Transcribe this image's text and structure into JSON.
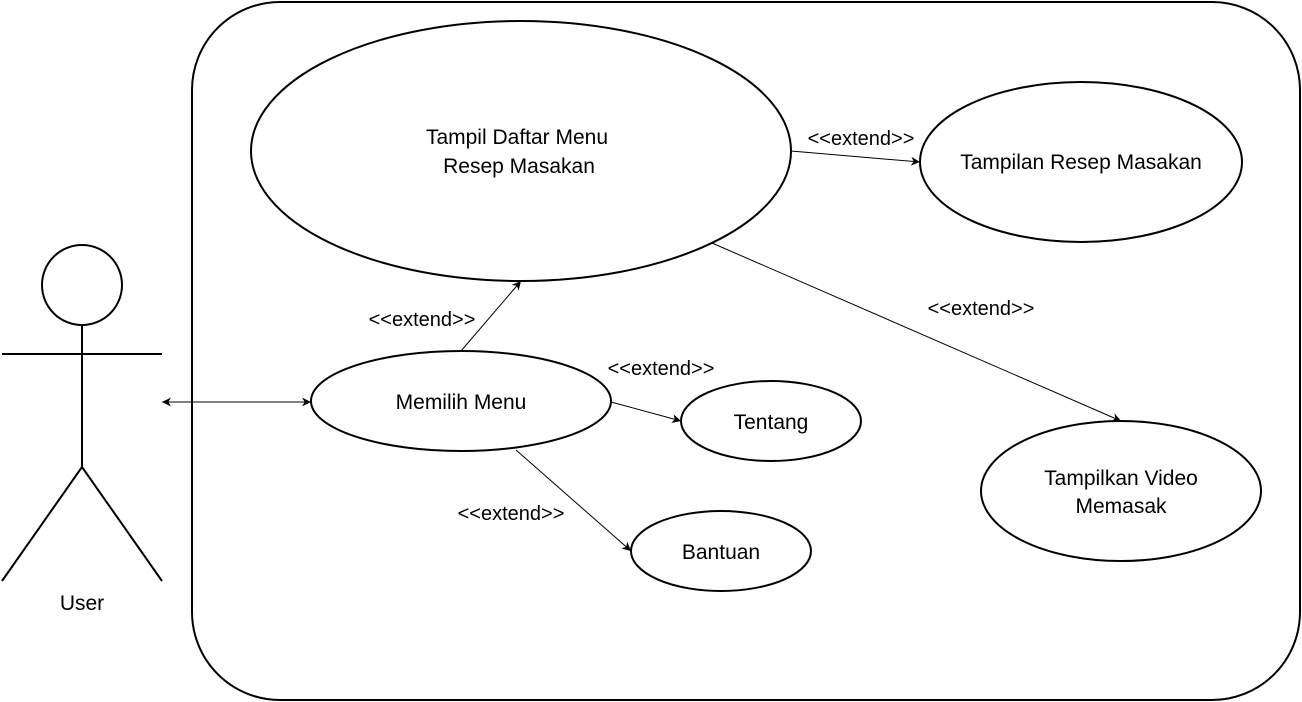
{
  "actor": {
    "name": "User"
  },
  "use_cases": {
    "daftar_menu": [
      "Tampil Daftar Menu",
      "Resep Masakan"
    ],
    "resep": "Tampilan Resep Masakan",
    "video": [
      "Tampilkan Video",
      "Memasak"
    ],
    "memilih_menu": "Memilih Menu",
    "tentang": "Tentang",
    "bantuan": "Bantuan"
  },
  "relations": {
    "memilih_to_daftar": "<<extend>>",
    "daftar_to_resep": "<<extend>>",
    "daftar_to_video": "<<extend>>",
    "memilih_to_tentang": "<<extend>>",
    "memilih_to_bantuan": "<<extend>>"
  },
  "colors": {
    "stroke": "#000000",
    "background": "#ffffff"
  }
}
